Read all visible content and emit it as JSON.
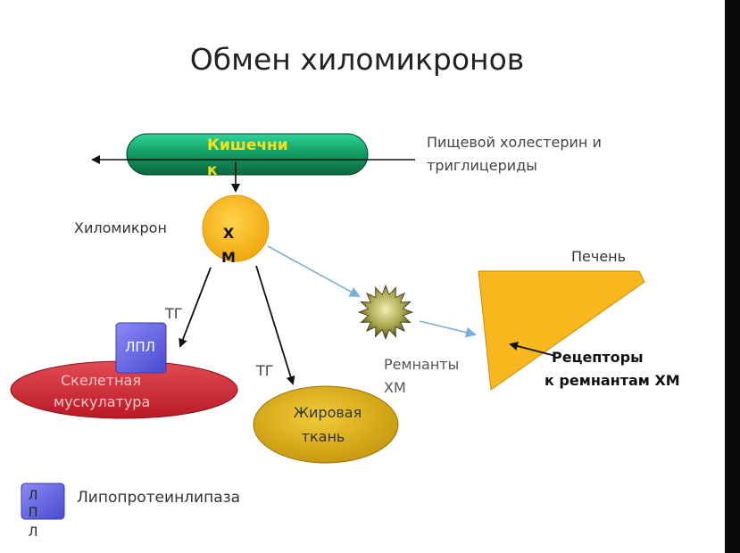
{
  "title": "Обмен хиломикронов",
  "intestine": {
    "line1": "Кишечни",
    "line2": "к"
  },
  "dietary": {
    "line1": "Пищевой холестерин и",
    "line2": "триглицериды"
  },
  "chylomicron_label": "Хиломикрон",
  "xm": {
    "line1": "Х",
    "line2": "М"
  },
  "tg_left": "ТГ",
  "tg_right": "ТГ",
  "lpl_label": "ЛПЛ",
  "muscle": {
    "line1": "Скелетная",
    "line2": "мускулатура"
  },
  "adipose": {
    "line1": "Жировая",
    "line2": "ткань"
  },
  "remnants": {
    "line1": "Ремнанты",
    "line2": "ХМ"
  },
  "liver_label": "Печень",
  "receptors": {
    "line1": "Рецепторы",
    "line2": "к ремнантам ХМ"
  },
  "legend": {
    "box": [
      "Л",
      "П",
      "Л"
    ],
    "text": "Липопротеинлипаза"
  },
  "colors": {
    "intestine": "#14a06a",
    "xm": "#f7b81c",
    "liver": "#f9b71e",
    "muscle": "#d22b37",
    "adipose": "#e2b019",
    "lpl": "#6b6be8",
    "blue_arrow": "#7ab0d8",
    "remnant": "#a8a44a"
  }
}
